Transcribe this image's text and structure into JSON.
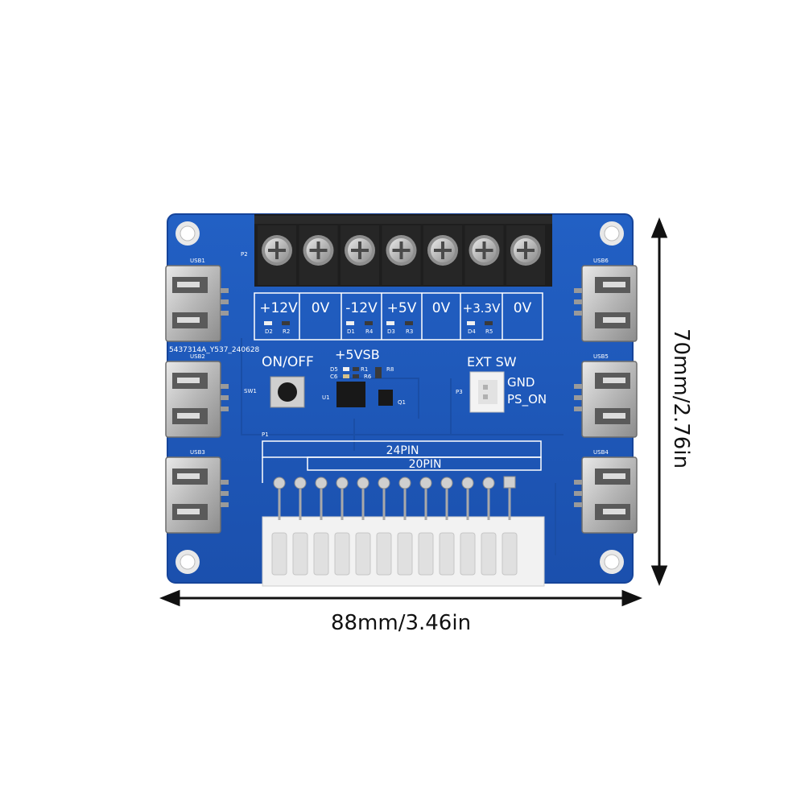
{
  "terminal_labels": [
    "+12V",
    "0V",
    "-12V",
    "+5V",
    "0V",
    "+3.3V",
    "0V"
  ],
  "terminal_designator": "P2",
  "usb_ports": [
    "USB1",
    "USB2",
    "USB3",
    "USB6",
    "USB5",
    "USB4"
  ],
  "board_code": "5437314A_Y537_240628",
  "power_switch": {
    "label": "ON/OFF",
    "designator": "SW1"
  },
  "standby": {
    "label": "+5VSB"
  },
  "ext_switch": {
    "label": "EXT SW",
    "designator": "P3",
    "pin1": "GND",
    "pin2": "PS_ON"
  },
  "atx_connector": {
    "designator": "P1",
    "label_24": "24PIN",
    "label_20": "20PIN"
  },
  "components": {
    "led_row": [
      "D2",
      "R2",
      "D1",
      "R4",
      "D3",
      "R3",
      "D4",
      "R5"
    ],
    "vsb_parts": [
      "D5",
      "C6",
      "R1",
      "R6",
      "R8",
      "U1",
      "Q1"
    ]
  },
  "dimensions": {
    "width": "88mm/3.46in",
    "height": "70mm/2.76in"
  },
  "colors": {
    "pcb": "#1f57b8",
    "pcb_edge": "#16449a",
    "silkscreen": "#ffffff",
    "terminal": "#1e1e1e",
    "connector": "#f2f2f2"
  }
}
